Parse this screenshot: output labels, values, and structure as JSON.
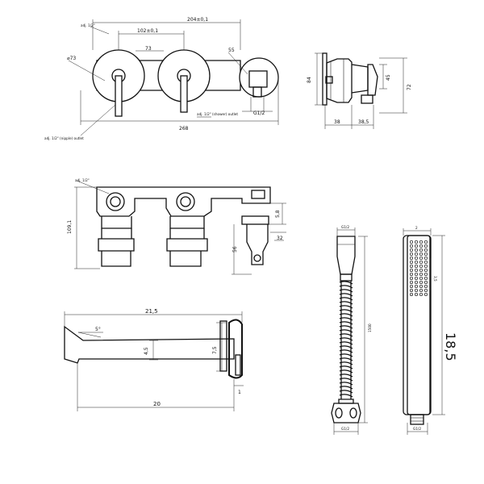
{
  "top_front": {
    "dim_overall_centers": "204±0,1",
    "dim_between_valves": "102±0,1",
    "dim_valve_face": "73",
    "dim_valve_dia": "⌀73",
    "dim_outlet_dia": "55",
    "dim_thread": "G1/2",
    "dim_total_width": "268",
    "note_inlet": "adj. 1/2\"",
    "note_bottom_left": "adj. 1/2\" (nipple) outlet",
    "note_bottom_mid": "adj. 1/2\" (shower) outlet"
  },
  "top_side": {
    "dim_height_left": "84",
    "dim_height_mid": "45",
    "dim_height_right": "72",
    "dim_depth_a": "38",
    "dim_depth_b": "38,5"
  },
  "mid_front": {
    "note": "adj. 1/2\"",
    "dim_height": "109,1",
    "dim_a": "5,8",
    "dim_b": "32",
    "dim_c": "56"
  },
  "spout": {
    "dim_length": "21,5",
    "dim_angle": "5°",
    "dim_height_a": "4,5",
    "dim_height_b": "7,5",
    "dim_offset": "1",
    "dim_projection": "20"
  },
  "hose": {
    "dim_top": "G1/2",
    "dim_length": "1500",
    "dim_bottom": "G1/2"
  },
  "handshower": {
    "dim_top": "2",
    "dim_small": "3,5",
    "dim_length": "18,5",
    "dim_bottom": "G1/2"
  }
}
